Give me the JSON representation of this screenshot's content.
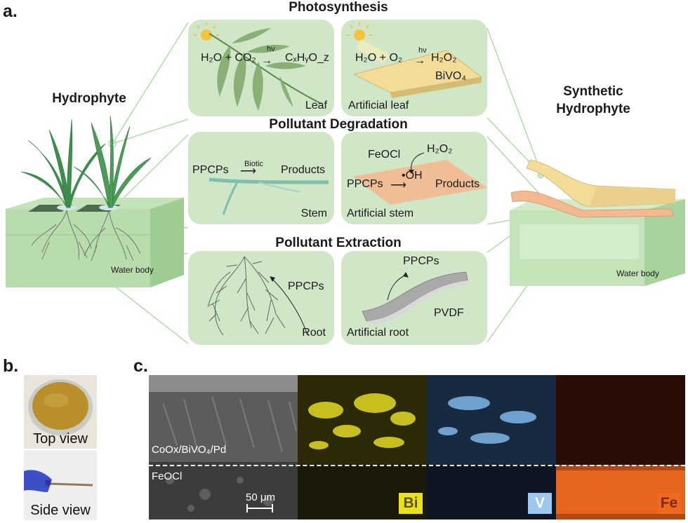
{
  "panel_labels": {
    "a": "a.",
    "b": "b.",
    "c": "c."
  },
  "sections": {
    "photosynthesis": "Photosynthesis",
    "degradation": "Pollutant Degradation",
    "extraction": "Pollutant Extraction"
  },
  "left_title": "Hydrophyte",
  "right_title_line1": "Synthetic",
  "right_title_line2": "Hydrophyte",
  "water_body_left": "Water body",
  "water_body_right": "Water body",
  "leaf": {
    "caption": "Leaf",
    "eq_left": "H₂O + CO₂",
    "arrow_label": "hν",
    "eq_right": "CₓHᵧO_z"
  },
  "artificial_leaf": {
    "caption": "Artificial leaf",
    "eq_left": "H₂O + O₂",
    "arrow_label": "hν",
    "eq_right": "H₂O₂",
    "material": "BiVO₄"
  },
  "stem": {
    "caption": "Stem",
    "reactant": "PPCPs",
    "arrow_label": "Biotic",
    "product": "Products"
  },
  "artificial_stem": {
    "caption": "Artificial stem",
    "catalyst": "FeOCl",
    "oxidant": "H₂O₂",
    "radical": "•OH",
    "reactant": "PPCPs",
    "product": "Products"
  },
  "root": {
    "caption": "Root",
    "label": "PPCPs"
  },
  "artificial_root": {
    "caption": "Artificial root",
    "label": "PPCPs",
    "material": "PVDF"
  },
  "photos": {
    "top": "Top view",
    "side": "Side view"
  },
  "sem": {
    "upper_layer": "CoOx/BiVO₄/Pd",
    "lower_layer": "FeOCl",
    "scale_bar": "50 μm"
  },
  "maps": [
    {
      "element": "Bi",
      "color": "#e8e020"
    },
    {
      "element": "V",
      "color": "#7fb6e8"
    },
    {
      "element": "Fe",
      "color": "#f06a1e"
    }
  ],
  "colors": {
    "panel_green": "#cfe6c7",
    "block_green": "#b6dba9",
    "bivo4": "#f2dc98",
    "feocl": "#f3b990"
  }
}
